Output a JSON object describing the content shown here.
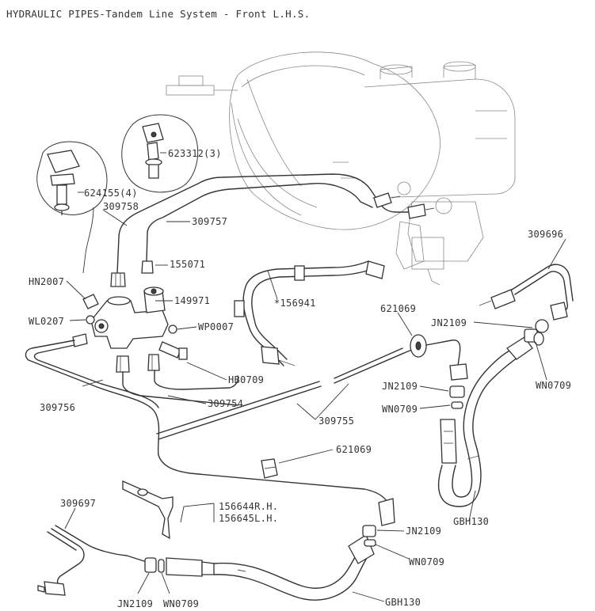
{
  "title": "HYDRAULIC PIPES-Tandem Line System - Front L.H.S.",
  "labels": {
    "p624155": "624155(4)",
    "p623312": "623312(3)",
    "p309758": "309758",
    "p309757": "309757",
    "p155071": "155071",
    "pHN2007": "HN2007",
    "p149971": "149971",
    "pWL0207": "WL0207",
    "pWP0007": "WP0007",
    "pHB0709": "HB0709",
    "p156941": "*156941",
    "p621069a": "621069",
    "p621069b": "621069",
    "p309696": "309696",
    "pJN2109a": "JN2109",
    "pWN0709a": "WN0709",
    "pJN2109b": "JN2109",
    "pWN0709b": "WN0709",
    "p309756": "309756",
    "p309754": "309754",
    "p309755": "309755",
    "p156644": "156644R.H.",
    "p156645": "156645L.H.",
    "p309697": "309697",
    "pGBH130a": "GBH130",
    "pJN2109c": "JN2109",
    "pWN0709c": "WN0709",
    "pJN2109d": "JN2109",
    "pWN0709d": "WN0709",
    "pGBH130b": "GBH130"
  }
}
